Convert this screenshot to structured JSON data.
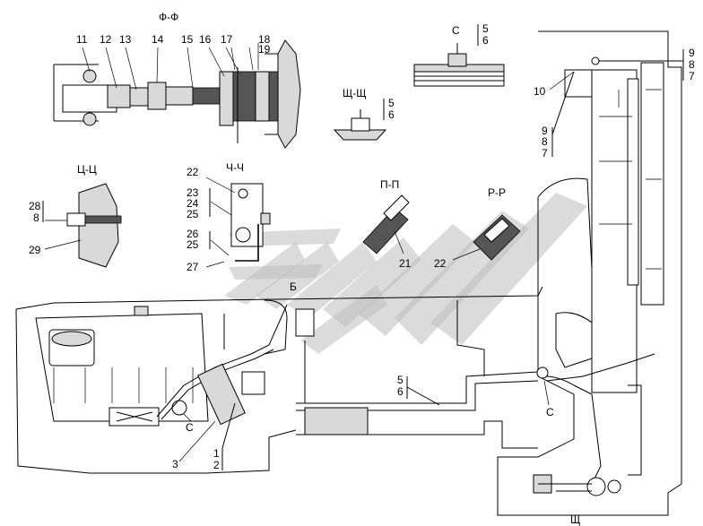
{
  "sections": {
    "ff": "Ф-Ф",
    "s_top": "С",
    "shch": "Щ-Щ",
    "tsts": "Ц-Ц",
    "chch": "Ч-Ч",
    "pp": "П-П",
    "rr": "Р-Р",
    "b": "Б",
    "s_left": "С",
    "s_right": "С",
    "shch_bottom": "Щ"
  },
  "callouts": {
    "c1": "1",
    "c2": "2",
    "c3": "3",
    "c5a": "5",
    "c6a": "6",
    "c5b": "5",
    "c6b": "6",
    "c5c": "5",
    "c6c": "6",
    "c7a": "7",
    "c8a": "8",
    "c9a": "9",
    "c7b": "7",
    "c8b": "8",
    "c9b": "9",
    "c8c": "8",
    "c10": "10",
    "c11": "11",
    "c12": "12",
    "c13": "13",
    "c14": "14",
    "c15": "15",
    "c16": "16",
    "c17": "17",
    "c18": "18",
    "c19": "19",
    "c21": "21",
    "c22a": "22",
    "c22b": "22",
    "c23": "23",
    "c24": "24",
    "c25a": "25",
    "c26": "26",
    "c25b": "25",
    "c27": "27",
    "c28": "28",
    "c29": "29"
  },
  "icons": {
    "watermark": "stylized-logo-watermark"
  }
}
